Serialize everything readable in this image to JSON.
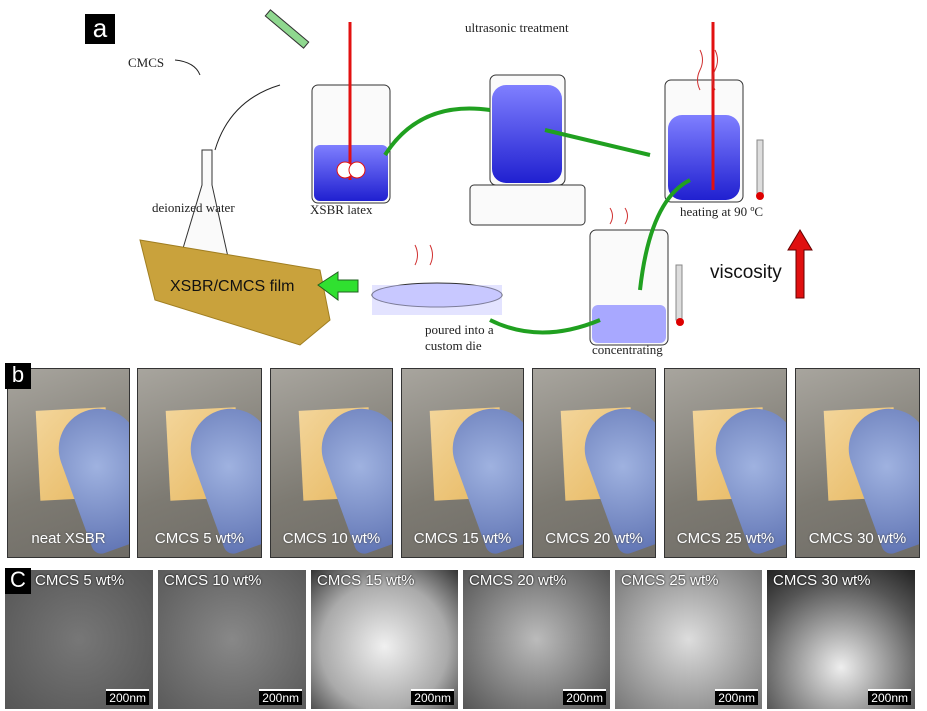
{
  "panels": {
    "a": "a",
    "b": "b",
    "c": "C"
  },
  "scheme": {
    "cmcs": "CMCS",
    "deionized_water": "deionized water",
    "xsbr_latex": "XSBR latex",
    "ultrasonic": "ultrasonic treatment",
    "heating": "heating at 90 ºC",
    "concentrating": "concentrating",
    "poured": [
      "poured into a",
      "custom die"
    ],
    "film": "XSBR/CMCS film",
    "viscosity": "viscosity"
  },
  "photos": [
    "neat XSBR",
    "CMCS 5 wt%",
    "CMCS 10 wt%",
    "CMCS 15 wt%",
    "CMCS 20 wt%",
    "CMCS 25 wt%",
    "CMCS 30 wt%"
  ],
  "tem": {
    "labels": [
      "CMCS 5 wt%",
      "CMCS 10 wt%",
      "CMCS 15 wt%",
      "CMCS 20 wt%",
      "CMCS 25 wt%",
      "CMCS 30 wt%"
    ],
    "scale_bar": "200nm"
  }
}
